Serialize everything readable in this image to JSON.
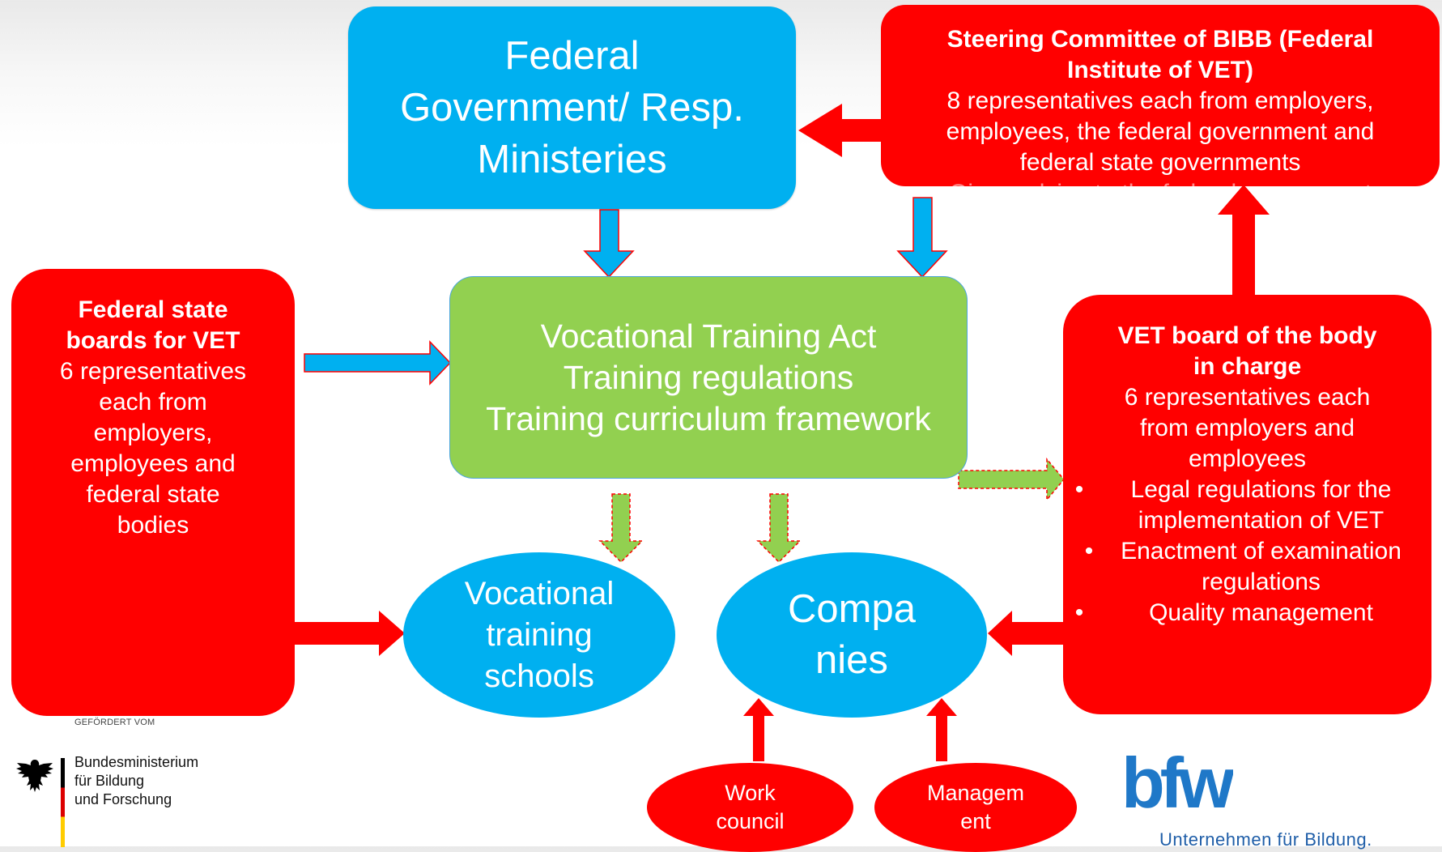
{
  "federal_government": {
    "lines": [
      "Federal",
      "Government/ Resp.",
      "Ministeries"
    ]
  },
  "steering_committee": {
    "title_lines": [
      "Steering Committee of BIBB (Federal",
      "Institute of VET)"
    ],
    "body_lines": [
      "8 representatives each from employers,",
      "employees, the federal government and",
      "federal state governments"
    ],
    "faded_line": "Gives advice to the federal government"
  },
  "vocational_training_act": {
    "lines": [
      "Vocational Training Act",
      "Training regulations",
      "Training curriculum framework"
    ]
  },
  "federal_state_boards": {
    "title_lines": [
      "Federal state",
      "boards for VET"
    ],
    "body_lines": [
      "6 representatives",
      "each from",
      "employers,",
      "employees and",
      "federal state",
      "bodies"
    ]
  },
  "vet_board": {
    "title_lines": [
      "VET board of the body",
      "in charge"
    ],
    "body_lines": [
      "6 representatives each",
      "from employers and",
      "employees"
    ],
    "bullets": [
      "Legal regulations for the implementation of VET",
      "Enactment of examination regulations",
      "Quality management"
    ]
  },
  "vocational_schools": {
    "lines": [
      "Vocational",
      "training",
      "schools"
    ]
  },
  "companies": {
    "lines": [
      "Compa",
      "nies"
    ]
  },
  "work_council": {
    "lines": [
      "Work",
      "council"
    ]
  },
  "management": {
    "lines": [
      "Managem",
      "ent"
    ]
  },
  "sponsor": {
    "label": "GEFÖRDERT VOM",
    "ministry_lines": [
      "Bundesministerium",
      "für Bildung",
      "und Forschung"
    ]
  },
  "bfw": {
    "logo_text": "bfw",
    "subtitle": "Unternehmen für Bildung."
  },
  "colors": {
    "red": "#ff0000",
    "blue": "#00b0f0",
    "green": "#92d050",
    "brand_blue": "#1f5ea8"
  }
}
